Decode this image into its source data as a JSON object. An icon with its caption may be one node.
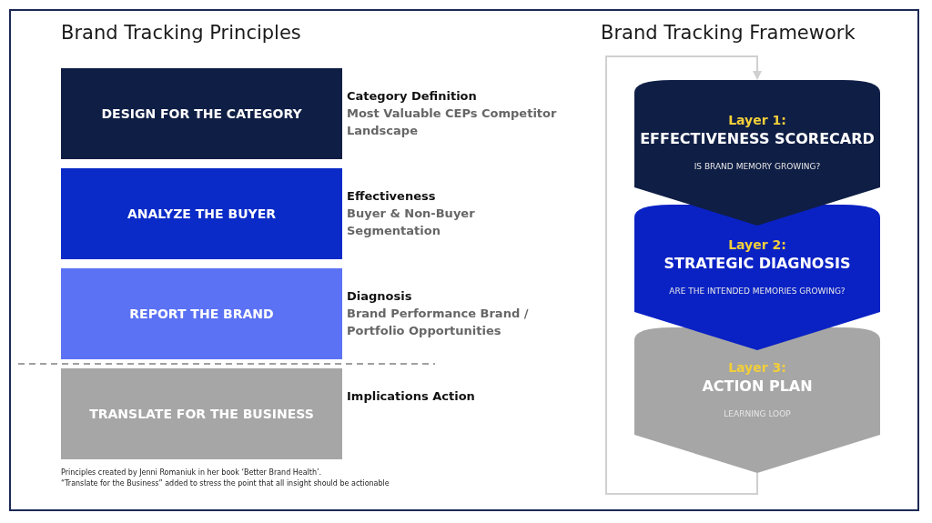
{
  "diagram": {
    "title": "Brand Tracking Principles",
    "nodes": [
      {
        "text": [
          "DESIGN FOR THE CATEGORY"
        ],
        "beside": [
          "Category Definition",
          "Most Valuable CEPs Competitor Landscape"
        ]
      },
      {
        "text": [
          "ANALYZE THE BUYER"
        ],
        "beside": [
          "Effectiveness",
          "Buyer & Non-Buyer Segmentation"
        ]
      },
      {
        "text": [
          "REPORT THE BRAND"
        ],
        "beside": [
          "Diagnosis",
          "Brand Performance Brand / Portfolio Opportunities"
        ]
      },
      {
        "text": [
          "TRANSLATE FOR THE BUSINESS"
        ],
        "beside": [
          "Implications Action"
        ]
      },
      {
        "text": [
          "Layer 1:",
          "EFFECTIVENESS SCORECARD",
          "IS BRAND MEMORY GROWING?"
        ]
      },
      {
        "text": [
          "Layer 2:",
          "STRATEGIC DIAGNOSIS",
          "ARE THE INTENDED MEMORIES GROWING?"
        ]
      },
      {
        "text": [
          "Layer 3:",
          "ACTION PLAN",
          "LEARNING LOOP"
        ]
      }
    ],
    "edges": [
      {
        "from": 6,
        "to": 4,
        "arrow": "to",
        "color": "#d0d0d0"
      }
    ],
    "labels": [
      "Brand Tracking Framework",
      "Principles created by Jenni Romaniuk in her book ‘Better Brand Health’.",
      "“Translate for the Business” added to stress the point that all insight should be actionable"
    ]
  }
}
